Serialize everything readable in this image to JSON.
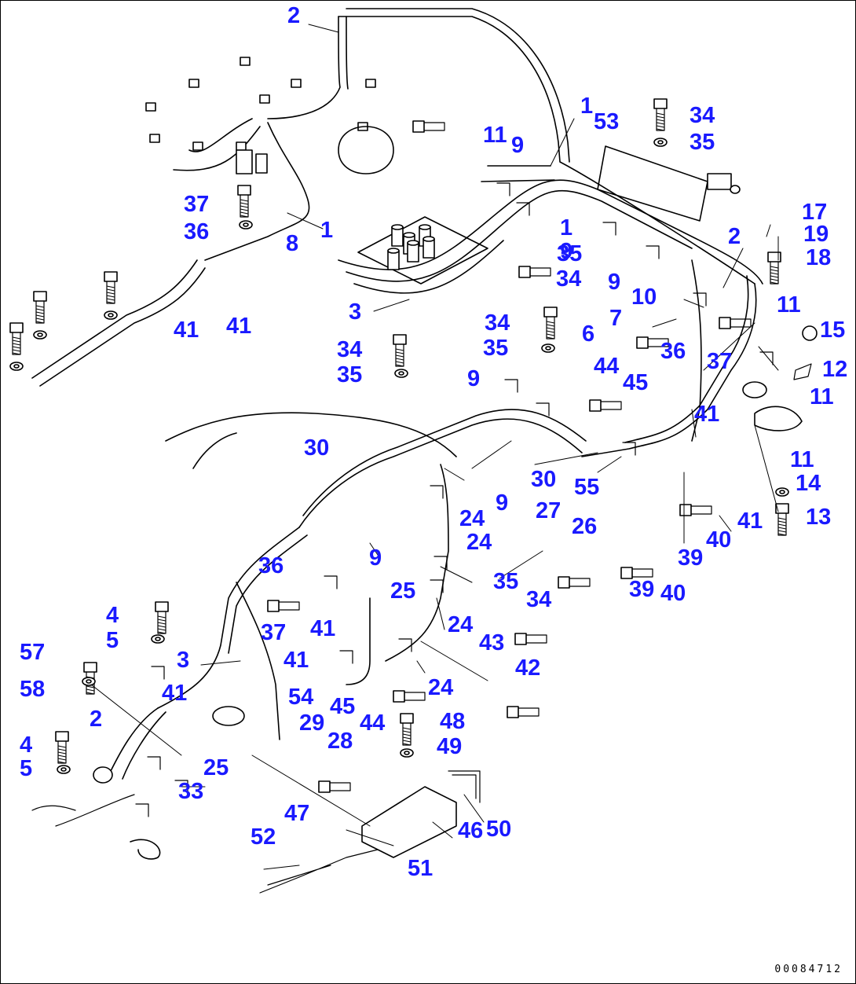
{
  "drawing_code": "00084712",
  "colors": {
    "callout": "#1a1aff",
    "line": "#000000",
    "background": "#ffffff"
  },
  "callouts": [
    "2",
    "1",
    "53",
    "34",
    "35",
    "11",
    "9",
    "1",
    "17",
    "19",
    "18",
    "2",
    "37",
    "36",
    "8",
    "1",
    "9",
    "35",
    "34",
    "9",
    "10",
    "7",
    "6",
    "36",
    "37",
    "11",
    "15",
    "12",
    "11",
    "11",
    "14",
    "13",
    "3",
    "41",
    "41",
    "34",
    "35",
    "34",
    "35",
    "9",
    "44",
    "45",
    "41",
    "41",
    "39",
    "40",
    "40",
    "39",
    "30",
    "30",
    "9",
    "24",
    "24",
    "9",
    "27",
    "26",
    "35",
    "34",
    "25",
    "24",
    "43",
    "42",
    "36",
    "37",
    "41",
    "41",
    "4",
    "5",
    "57",
    "58",
    "3",
    "41",
    "24",
    "45",
    "44",
    "48",
    "49",
    "54",
    "29",
    "28",
    "2",
    "4",
    "5",
    "25",
    "33",
    "47",
    "46",
    "50",
    "52",
    "51",
    "55"
  ]
}
